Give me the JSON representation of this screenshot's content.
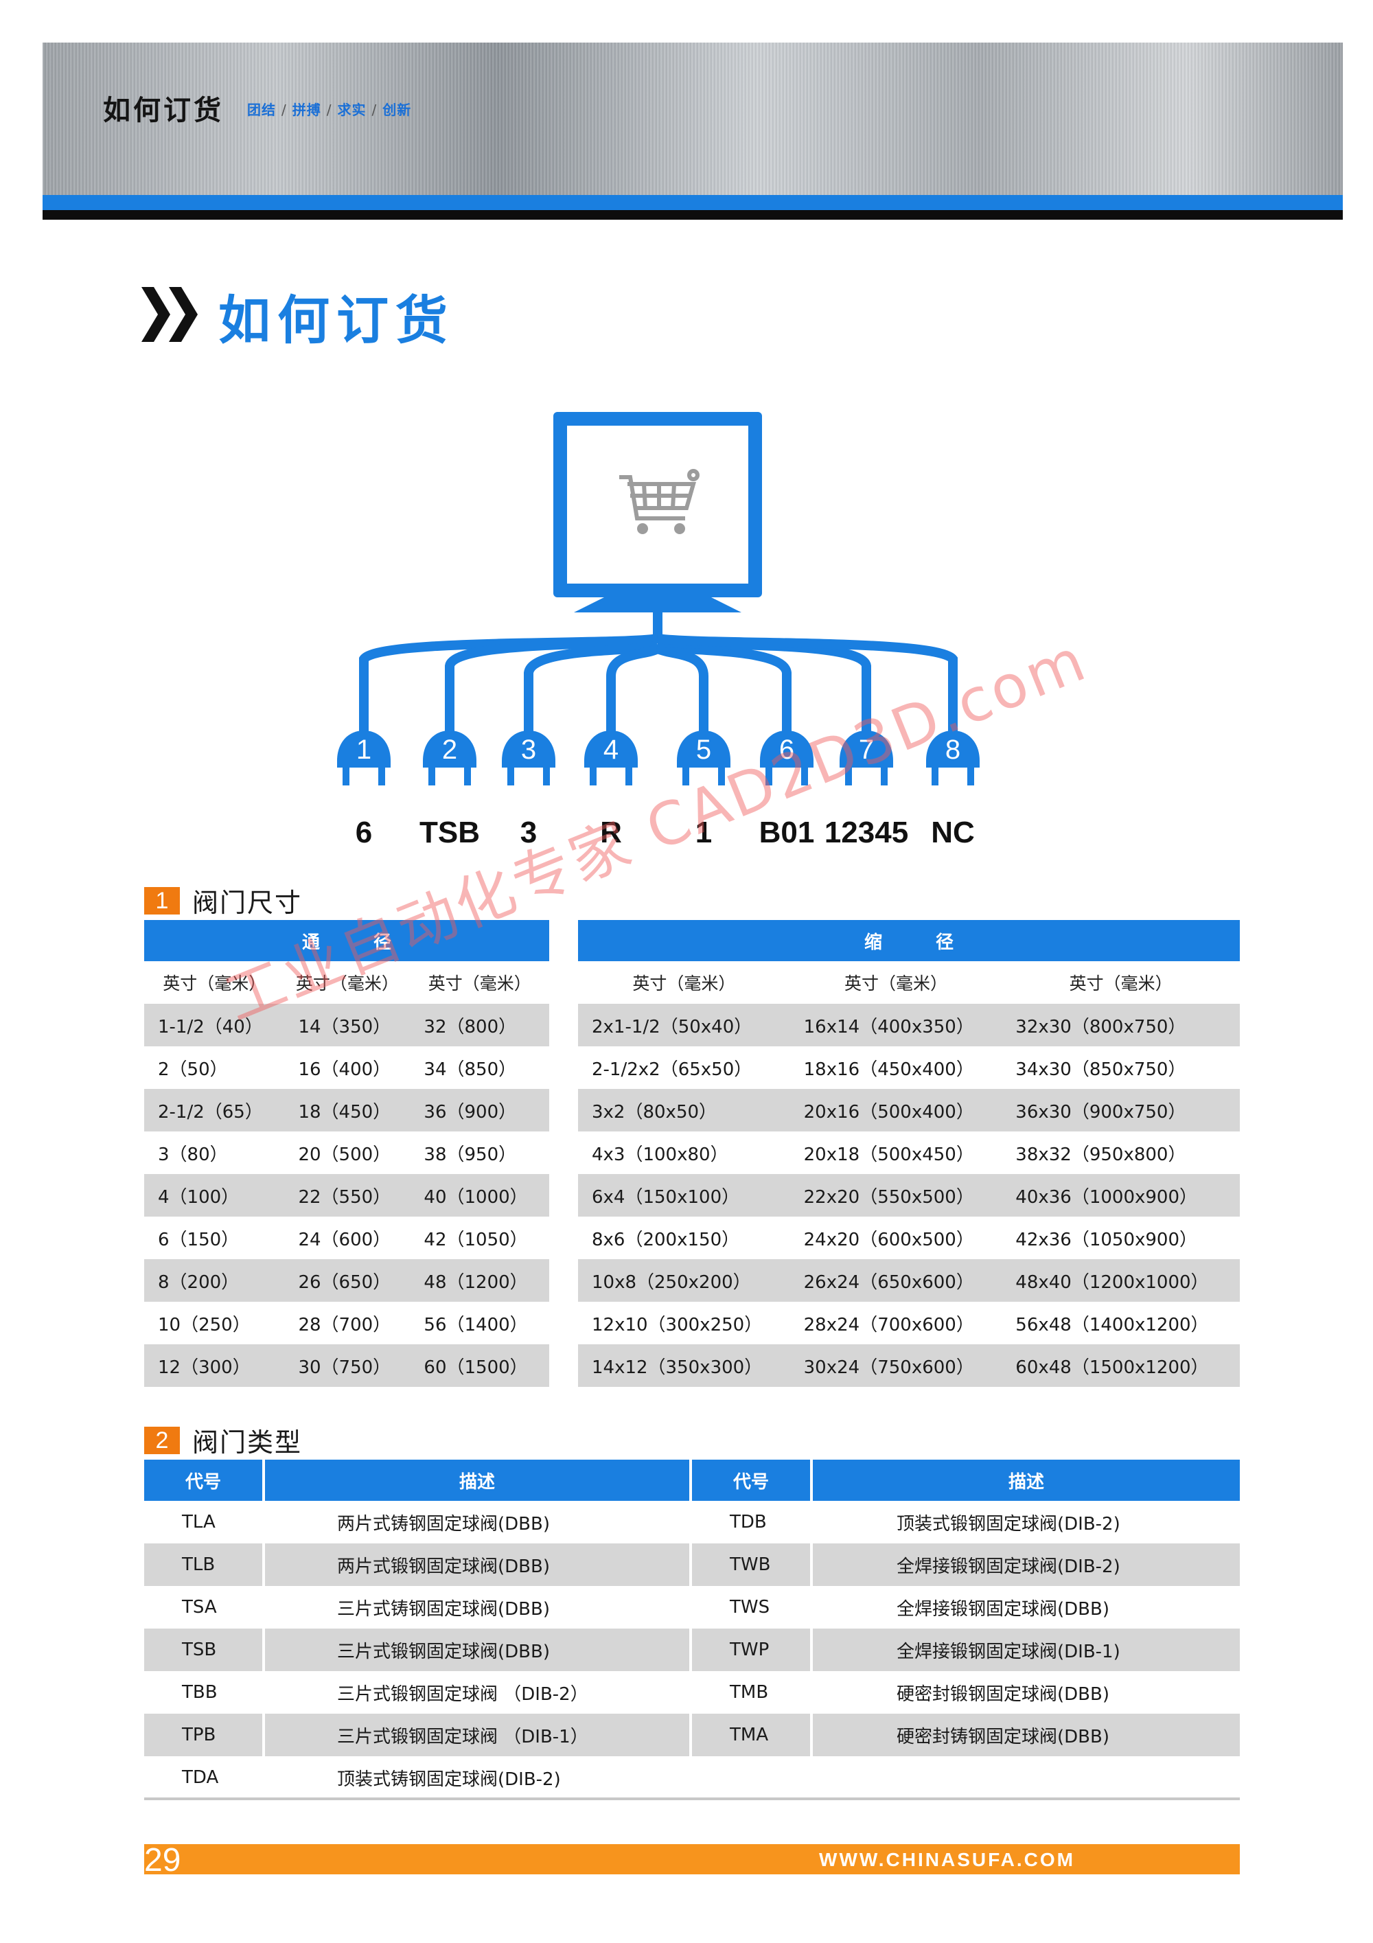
{
  "header": {
    "title": "如何订货",
    "slogan": [
      "团结",
      "拼搏",
      "求实",
      "创新"
    ],
    "slogan_separator": "/"
  },
  "page_title": "如何订货",
  "diagram": {
    "icon": "shopping-cart-icon",
    "plugs": [
      {
        "num": "1",
        "code": "6"
      },
      {
        "num": "2",
        "code": "TSB"
      },
      {
        "num": "3",
        "code": "3"
      },
      {
        "num": "4",
        "code": "R"
      },
      {
        "num": "5",
        "code": "1"
      },
      {
        "num": "6",
        "code": "B01"
      },
      {
        "num": "7",
        "code": "12345"
      },
      {
        "num": "8",
        "code": "NC"
      }
    ]
  },
  "section1": {
    "num": "1",
    "label": "阀门尺寸",
    "left_header": "通　　　径",
    "right_header": "缩　　　径",
    "subheader": "英寸（毫米）",
    "left_rows": [
      [
        "1-1/2（40）",
        "14（350）",
        "32（800）"
      ],
      [
        "2（50）",
        "16（400）",
        "34（850）"
      ],
      [
        "2-1/2（65）",
        "18（450）",
        "36（900）"
      ],
      [
        "3（80）",
        "20（500）",
        "38（950）"
      ],
      [
        "4（100）",
        "22（550）",
        "40（1000）"
      ],
      [
        "6（150）",
        "24（600）",
        "42（1050）"
      ],
      [
        "8（200）",
        "26（650）",
        "48（1200）"
      ],
      [
        "10（250）",
        "28（700）",
        "56（1400）"
      ],
      [
        "12（300）",
        "30（750）",
        "60（1500）"
      ]
    ],
    "right_rows": [
      [
        "2x1-1/2（50x40）",
        "16x14（400x350）",
        "32x30（800x750）"
      ],
      [
        "2-1/2x2（65x50）",
        "18x16（450x400）",
        "34x30（850x750）"
      ],
      [
        "3x2（80x50）",
        "20x16（500x400）",
        "36x30（900x750）"
      ],
      [
        "4x3（100x80）",
        "20x18（500x450）",
        "38x32（950x800）"
      ],
      [
        "6x4（150x100）",
        "22x20（550x500）",
        "40x36（1000x900）"
      ],
      [
        "8x6（200x150）",
        "24x20（600x500）",
        "42x36（1050x900）"
      ],
      [
        "10x8（250x200）",
        "26x24（650x600）",
        "48x40（1200x1000）"
      ],
      [
        "12x10（300x250）",
        "28x24（700x600）",
        "56x48（1400x1200）"
      ],
      [
        "14x12（350x300）",
        "30x24（750x600）",
        "60x48（1500x1200）"
      ]
    ]
  },
  "section2": {
    "num": "2",
    "label": "阀门类型",
    "col_code": "代号",
    "col_desc": "描述",
    "rows": [
      [
        "TLA",
        "两片式铸钢固定球阀(DBB)",
        "TDB",
        "顶装式锻钢固定球阀(DIB-2)"
      ],
      [
        "TLB",
        "两片式锻钢固定球阀(DBB)",
        "TWB",
        "全焊接锻钢固定球阀(DIB-2)"
      ],
      [
        "TSA",
        "三片式铸钢固定球阀(DBB)",
        "TWS",
        "全焊接锻钢固定球阀(DBB)"
      ],
      [
        "TSB",
        "三片式锻钢固定球阀(DBB)",
        "TWP",
        "全焊接锻钢固定球阀(DIB-1)"
      ],
      [
        "TBB",
        "三片式锻钢固定球阀 （DIB-2）",
        "TMB",
        "硬密封锻钢固定球阀(DBB)"
      ],
      [
        "TPB",
        "三片式锻钢固定球阀 （DIB-1）",
        "TMA",
        "硬密封铸钢固定球阀(DBB)"
      ],
      [
        "TDA",
        "顶装式铸钢固定球阀(DIB-2)",
        "",
        ""
      ]
    ]
  },
  "footer": {
    "page": "29",
    "url": "WWW.CHINASUFA.COM"
  },
  "watermark": "工业自动化专家 CAD2D3D.com",
  "colors": {
    "brand_blue": "#1a7fe0",
    "accent_orange": "#f07a10",
    "footer_orange": "#f7941d",
    "row_grey": "#d6d6d6"
  }
}
